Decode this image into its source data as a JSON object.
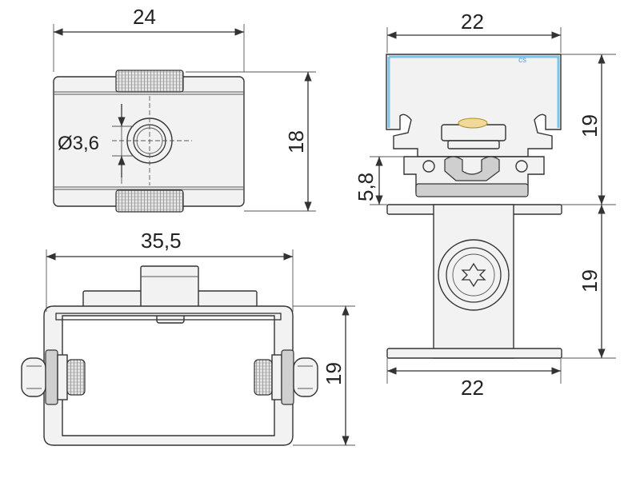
{
  "dimensions": {
    "top_left_width": "24",
    "top_left_height": "18",
    "hole_diameter": "Ø3,6",
    "top_right_width": "22",
    "top_right_height": "19",
    "clip_height": "5,8",
    "bottom_left_width": "35,5",
    "bottom_left_height": "19",
    "bottom_right_height": "19",
    "bottom_right_width": "22"
  },
  "profile_mark": "cs"
}
